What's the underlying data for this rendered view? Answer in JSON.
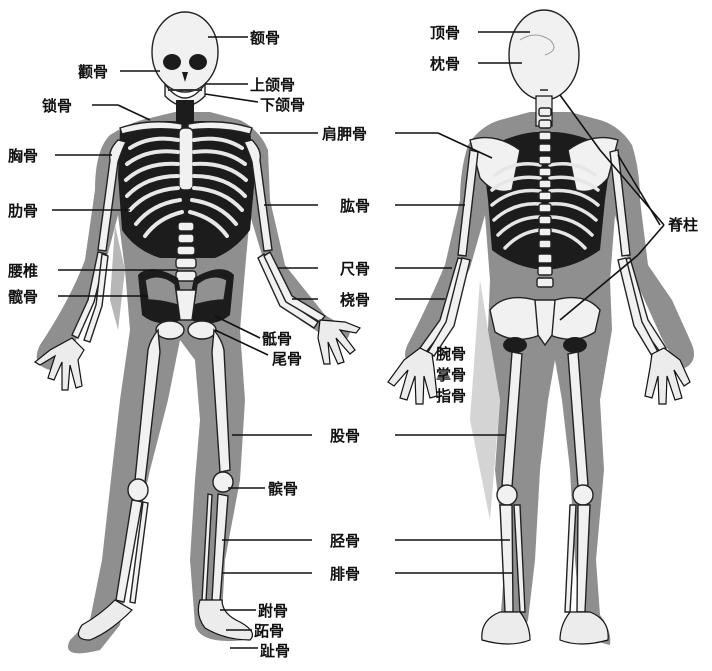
{
  "labels": {
    "frontal": "额骨",
    "zygomatic": "颧骨",
    "maxilla": "上颌骨",
    "mandible": "下颌骨",
    "clavicle": "锁骨",
    "scapula": "肩胛骨",
    "sternum": "胸骨",
    "rib": "肋骨",
    "humerus": "肱骨",
    "lumbar": "腰椎",
    "ulna": "尺骨",
    "ilium": "髋骨",
    "radius": "桡骨",
    "sacrum": "骶骨",
    "coccyx": "尾骨",
    "carpal": "腕骨",
    "metacarpal": "掌骨",
    "phalanges": "指骨",
    "femur": "股骨",
    "patella": "髌骨",
    "tibia": "胫骨",
    "fibula": "腓骨",
    "tarsal": "跗骨",
    "metatarsal": "跖骨",
    "toe_phalanges": "趾骨",
    "parietal": "顶骨",
    "occipital": "枕骨",
    "spine": "脊柱"
  }
}
